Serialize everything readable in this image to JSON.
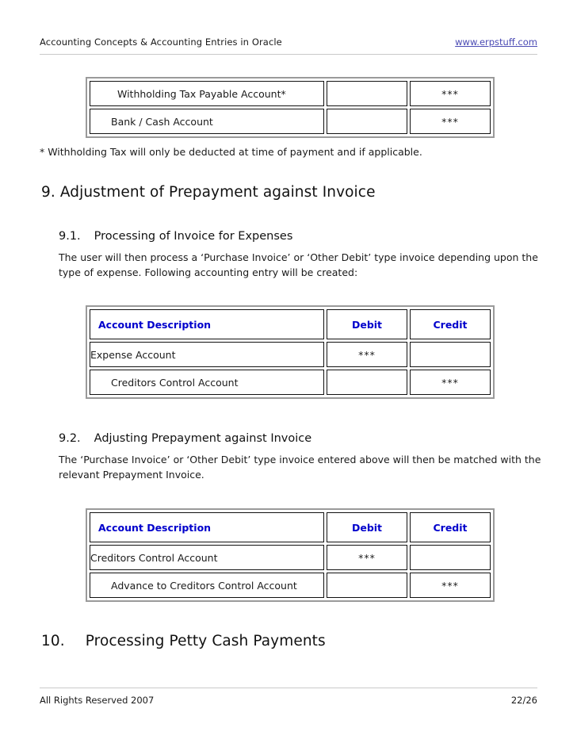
{
  "header": {
    "title": "Accounting Concepts & Accounting Entries in Oracle",
    "link": "www.erpstuff.com"
  },
  "top_table": {
    "rows": [
      {
        "description": "Withholding Tax Payable Account*",
        "debit": "",
        "credit": "***"
      },
      {
        "description": "Bank / Cash Account",
        "debit": "",
        "credit": "***"
      }
    ]
  },
  "footnote": "* Withholding Tax will only be deducted at time of payment and if applicable.",
  "section9": {
    "number": "9.",
    "title": "Adjustment of Prepayment against Invoice",
    "sub1": {
      "number": "9.1.",
      "title": "Processing of Invoice for Expenses",
      "paragraph": "The user will then process a ‘Purchase Invoice’ or ‘Other Debit’ type invoice depending upon the type of expense. Following accounting entry will be created:",
      "table": {
        "headers": {
          "description": "Account Description",
          "debit": "Debit",
          "credit": "Credit"
        },
        "rows": [
          {
            "description": "Expense Account",
            "debit": "***",
            "credit": ""
          },
          {
            "description": "Creditors Control Account",
            "debit": "",
            "credit": "***"
          }
        ]
      }
    },
    "sub2": {
      "number": "9.2.",
      "title": "Adjusting Prepayment against Invoice",
      "paragraph": "The ‘Purchase Invoice’ or ‘Other Debit’ type invoice entered above will then be matched with the relevant Prepayment Invoice.",
      "table": {
        "headers": {
          "description": "Account Description",
          "debit": "Debit",
          "credit": "Credit"
        },
        "rows": [
          {
            "description": "Creditors Control Account",
            "debit": "***",
            "credit": ""
          },
          {
            "description": "Advance to Creditors Control Account",
            "debit": "",
            "credit": "***"
          }
        ]
      }
    }
  },
  "section10": {
    "number": "10.",
    "title": "Processing Petty Cash Payments"
  },
  "footer": {
    "copyright": "All Rights Reserved 2007",
    "page_number": "22/26"
  },
  "colors": {
    "table_header_text": "#0000CC",
    "link": "#4A4AB4",
    "rule": "#C9C9C9",
    "table_frame": "#9A9A9A",
    "cell_border": "#111111"
  }
}
